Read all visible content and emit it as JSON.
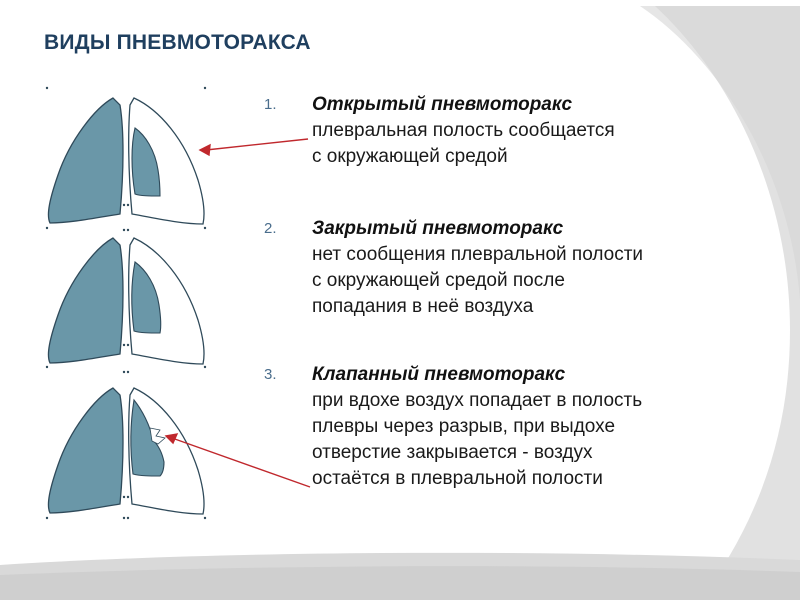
{
  "slide": {
    "title": "ВИДЫ ПНЕВМОТОРАКСА",
    "items": [
      {
        "number": "1.",
        "heading": "Открытый пневмоторакс",
        "description_lines": [
          "плевральная полость сообщается",
          "с окружающей средой"
        ]
      },
      {
        "number": "2.",
        "heading": "Закрытый пневмоторакс",
        "description_lines": [
          "нет сообщения плевральной полости",
          "с окружающей средой после",
          "попадания в неё воздуха"
        ]
      },
      {
        "number": "3.",
        "heading": "Клапанный пневмоторакс",
        "description_lines": [
          "при вдохе воздух попадает в полость",
          "плевры через разрыв, при выдохе",
          "отверстие закрывается - воздух",
          "остаётся в плевральной полости"
        ]
      }
    ]
  },
  "colors": {
    "lung_fill": "#6a97a8",
    "lung_outline": "#2f4a5a",
    "arrow": "#c0282d",
    "title": "#1f3f5f",
    "number": "#4a6d8c",
    "swoosh": "#d9d9d9"
  }
}
